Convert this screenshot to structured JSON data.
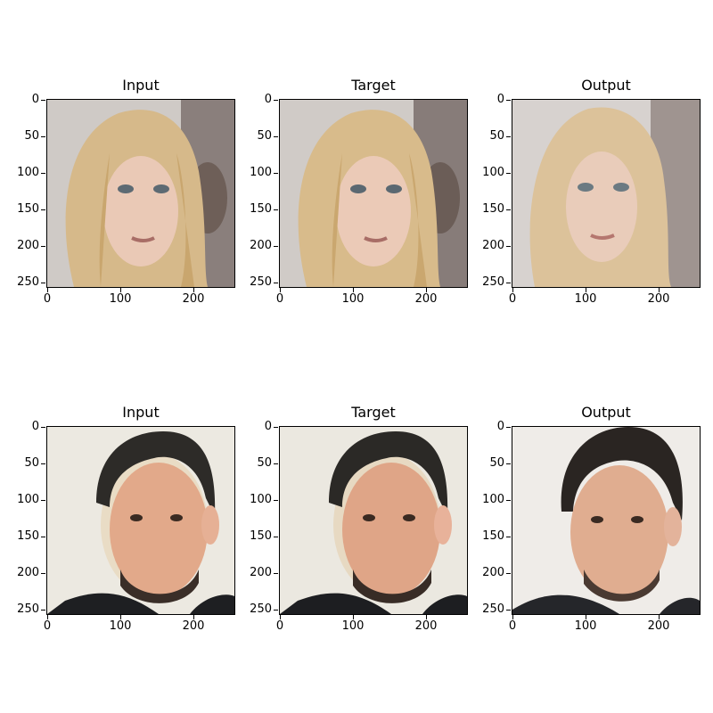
{
  "rows": [
    {
      "panels": [
        {
          "title": "Input"
        },
        {
          "title": "Target"
        },
        {
          "title": "Output"
        }
      ],
      "subject": "blonde woman portrait"
    },
    {
      "panels": [
        {
          "title": "Input"
        },
        {
          "title": "Target"
        },
        {
          "title": "Output"
        }
      ],
      "subject": "bearded man portrait"
    }
  ],
  "axes": {
    "x_ticks": [
      "0",
      "100",
      "200"
    ],
    "y_ticks": [
      "0",
      "50",
      "100",
      "150",
      "200",
      "250"
    ]
  }
}
